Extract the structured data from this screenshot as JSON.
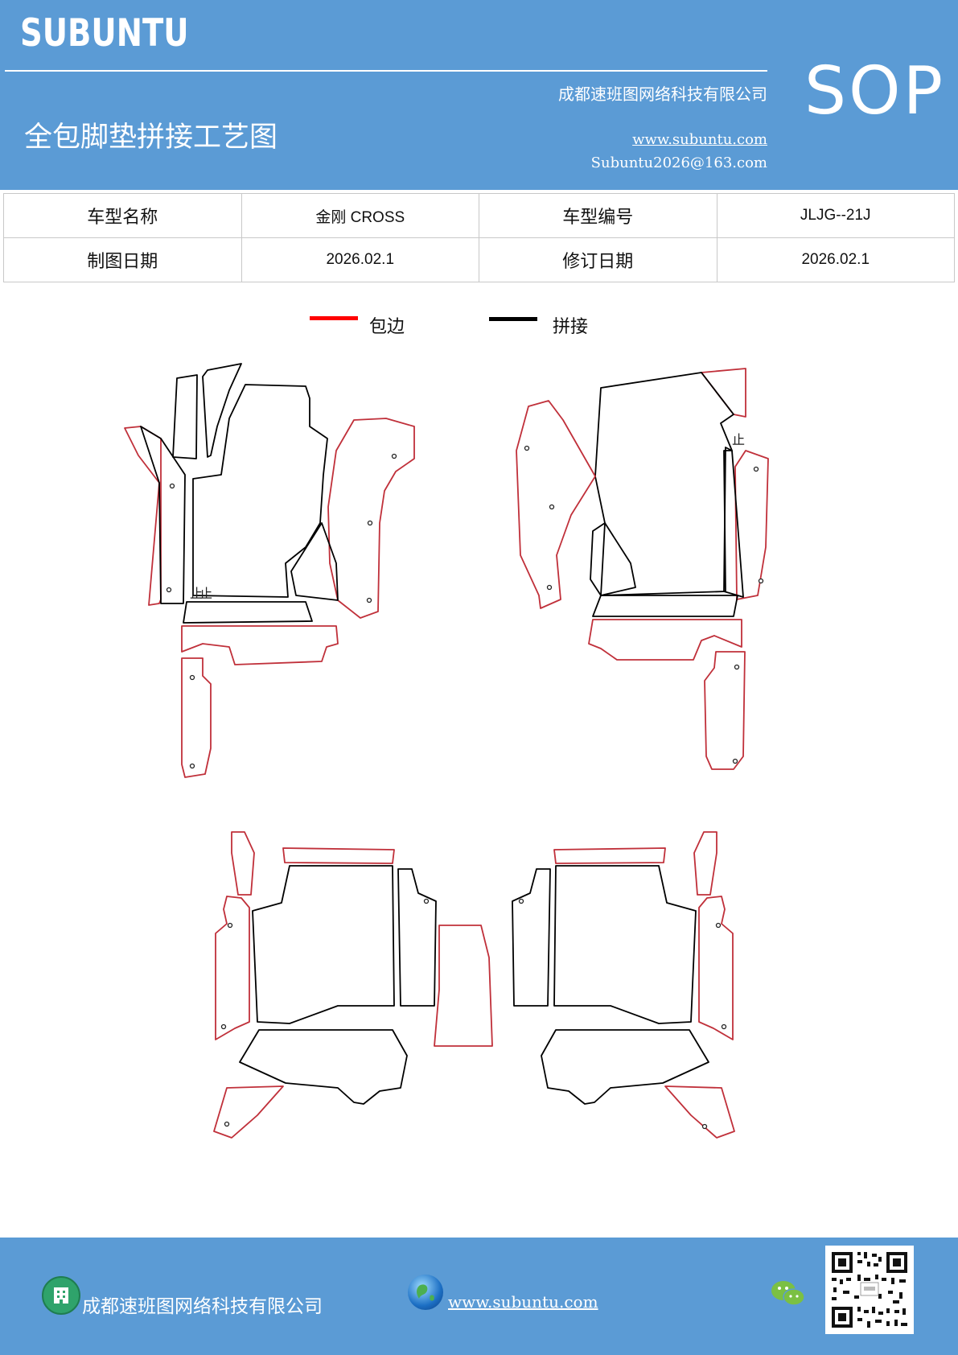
{
  "header": {
    "brand": "SUBUNTU",
    "badge": "SOP",
    "company": "成都速班图网络科技有限公司",
    "title": "全包脚垫拼接工艺图",
    "website": "www.subuntu.com",
    "email": "Subuntu2026@163.com"
  },
  "info_table": {
    "rows": [
      {
        "label1": "车型名称",
        "value1": "金刚 CROSS",
        "label2": "车型编号",
        "value2": "JLJG--21J"
      },
      {
        "label1": "制图日期",
        "value1": "2026.02.1",
        "label2": "修订日期",
        "value2": "2026.02.1"
      }
    ]
  },
  "legend": {
    "edge_label": "包边",
    "edge_color": "#ff0000",
    "join_label": "拼接",
    "join_color": "#000000"
  },
  "drawing": {
    "marks": [
      "止",
      "止",
      "止"
    ]
  },
  "footer": {
    "company": "成都速班图网络科技有限公司",
    "website": "www.subuntu.com"
  },
  "icons": [
    "building-icon",
    "globe-icon",
    "wechat-icon",
    "qr-code-icon"
  ]
}
